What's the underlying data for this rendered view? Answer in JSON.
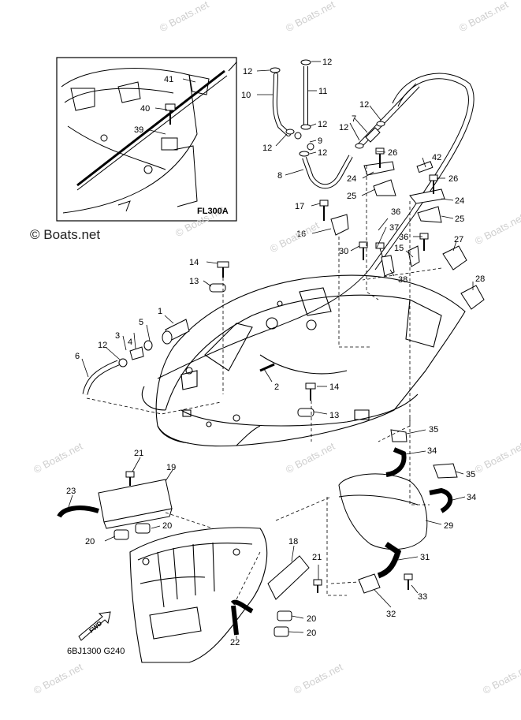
{
  "watermark": "© Boats.net",
  "copyright_text": "© Boats.net",
  "inset_label": "FL300A",
  "drawing_code": "6BJ1300 G240",
  "fwd_label": "FWD",
  "callouts": [
    {
      "id": "c41",
      "text": "41"
    },
    {
      "id": "c40",
      "text": "40"
    },
    {
      "id": "c39",
      "text": "39"
    },
    {
      "id": "c12a",
      "text": "12"
    },
    {
      "id": "c12b",
      "text": "12"
    },
    {
      "id": "c11",
      "text": "11"
    },
    {
      "id": "c10",
      "text": "10"
    },
    {
      "id": "c12c",
      "text": "12"
    },
    {
      "id": "c12d",
      "text": "12"
    },
    {
      "id": "c9",
      "text": "9"
    },
    {
      "id": "c12e",
      "text": "12"
    },
    {
      "id": "c12f",
      "text": "12"
    },
    {
      "id": "c7",
      "text": "7"
    },
    {
      "id": "c12g",
      "text": "12"
    },
    {
      "id": "c8",
      "text": "8"
    },
    {
      "id": "c26a",
      "text": "26"
    },
    {
      "id": "c42",
      "text": "42"
    },
    {
      "id": "c24a",
      "text": "24"
    },
    {
      "id": "c26b",
      "text": "26"
    },
    {
      "id": "c25a",
      "text": "25"
    },
    {
      "id": "c24b",
      "text": "24"
    },
    {
      "id": "c17",
      "text": "17"
    },
    {
      "id": "c36a",
      "text": "36"
    },
    {
      "id": "c25b",
      "text": "25"
    },
    {
      "id": "c16",
      "text": "16"
    },
    {
      "id": "c37",
      "text": "37"
    },
    {
      "id": "c36b",
      "text": "36"
    },
    {
      "id": "c27",
      "text": "27"
    },
    {
      "id": "c30",
      "text": "30"
    },
    {
      "id": "c15",
      "text": "15"
    },
    {
      "id": "c14a",
      "text": "14"
    },
    {
      "id": "c38",
      "text": "38"
    },
    {
      "id": "c13a",
      "text": "13"
    },
    {
      "id": "c28",
      "text": "28"
    },
    {
      "id": "c1",
      "text": "1"
    },
    {
      "id": "c5",
      "text": "5"
    },
    {
      "id": "c3",
      "text": "3"
    },
    {
      "id": "c4",
      "text": "4"
    },
    {
      "id": "c12h",
      "text": "12"
    },
    {
      "id": "c6",
      "text": "6"
    },
    {
      "id": "c2",
      "text": "2"
    },
    {
      "id": "c14b",
      "text": "14"
    },
    {
      "id": "c13b",
      "text": "13"
    },
    {
      "id": "c35a",
      "text": "35"
    },
    {
      "id": "c34a",
      "text": "34"
    },
    {
      "id": "c21a",
      "text": "21"
    },
    {
      "id": "c35b",
      "text": "35"
    },
    {
      "id": "c19",
      "text": "19"
    },
    {
      "id": "c34b",
      "text": "34"
    },
    {
      "id": "c23",
      "text": "23"
    },
    {
      "id": "c29",
      "text": "29"
    },
    {
      "id": "c20a",
      "text": "20"
    },
    {
      "id": "c20b",
      "text": "20"
    },
    {
      "id": "c18",
      "text": "18"
    },
    {
      "id": "c31",
      "text": "31"
    },
    {
      "id": "c21b",
      "text": "21"
    },
    {
      "id": "c33",
      "text": "33"
    },
    {
      "id": "c32",
      "text": "32"
    },
    {
      "id": "c20c",
      "text": "20"
    },
    {
      "id": "c22",
      "text": "22"
    },
    {
      "id": "c20d",
      "text": "20"
    }
  ]
}
